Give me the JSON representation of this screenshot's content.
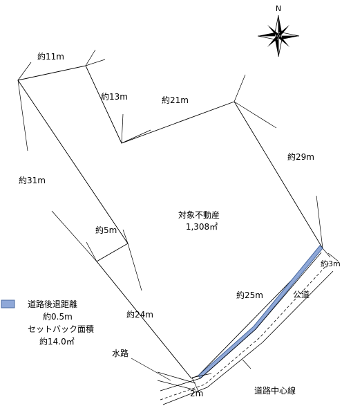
{
  "compass": {
    "label": "N",
    "icon": "north-arrow-icon"
  },
  "plot": {
    "name": "対象不動産",
    "area": "1,308㎡"
  },
  "dimensions": {
    "d_11m": "約11m",
    "d_13m": "約13m",
    "d_21m": "約21m",
    "d_29m": "約29m",
    "d_31m": "約31m",
    "d_5m": "約5m",
    "d_24m": "約24m",
    "d_25m": "約25m",
    "d_3m": "約3m",
    "d_2m": "2m"
  },
  "labels": {
    "public_road": "公道",
    "waterway": "水路",
    "road_centerline": "道路中心線"
  },
  "legend": {
    "line1": "道路後退距離",
    "line2": "約0.5m",
    "line3": "セットバック面積",
    "line4": "約14.0㎡",
    "swatch_color": "#8fa8d8"
  },
  "colors": {
    "setback": "#8fa8d8",
    "setback_stroke": "#4a6aa0"
  }
}
